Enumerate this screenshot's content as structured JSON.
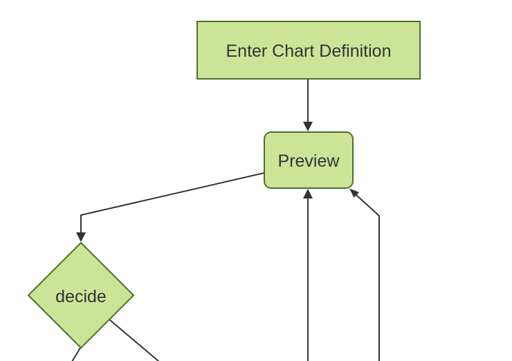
{
  "diagram": {
    "type": "flowchart",
    "direction": "top-down",
    "nodes": [
      {
        "id": "enter-chart-definition",
        "shape": "rectangle",
        "label": "Enter Chart Definition"
      },
      {
        "id": "preview",
        "shape": "rounded-rectangle",
        "label": "Preview"
      },
      {
        "id": "decide",
        "shape": "diamond",
        "label": "decide"
      }
    ],
    "edges": [
      {
        "from": "enter-chart-definition",
        "to": "preview",
        "arrowhead": true
      },
      {
        "from": "preview",
        "to": "decide",
        "arrowhead": true
      },
      {
        "from": "decide",
        "to": "offscreen-bottom-left",
        "arrowhead": false
      },
      {
        "from": "decide",
        "to": "offscreen-bottom-right",
        "arrowhead": false
      },
      {
        "from": "offscreen-bottom-center",
        "to": "preview",
        "arrowhead": true
      },
      {
        "from": "offscreen-bottom-right",
        "to": "preview",
        "arrowhead": true
      }
    ]
  },
  "colors": {
    "background": "#ffffff",
    "node-fill": "#cde498",
    "node-border": "#4a7028",
    "edge": "#333333",
    "label": "#333333"
  }
}
